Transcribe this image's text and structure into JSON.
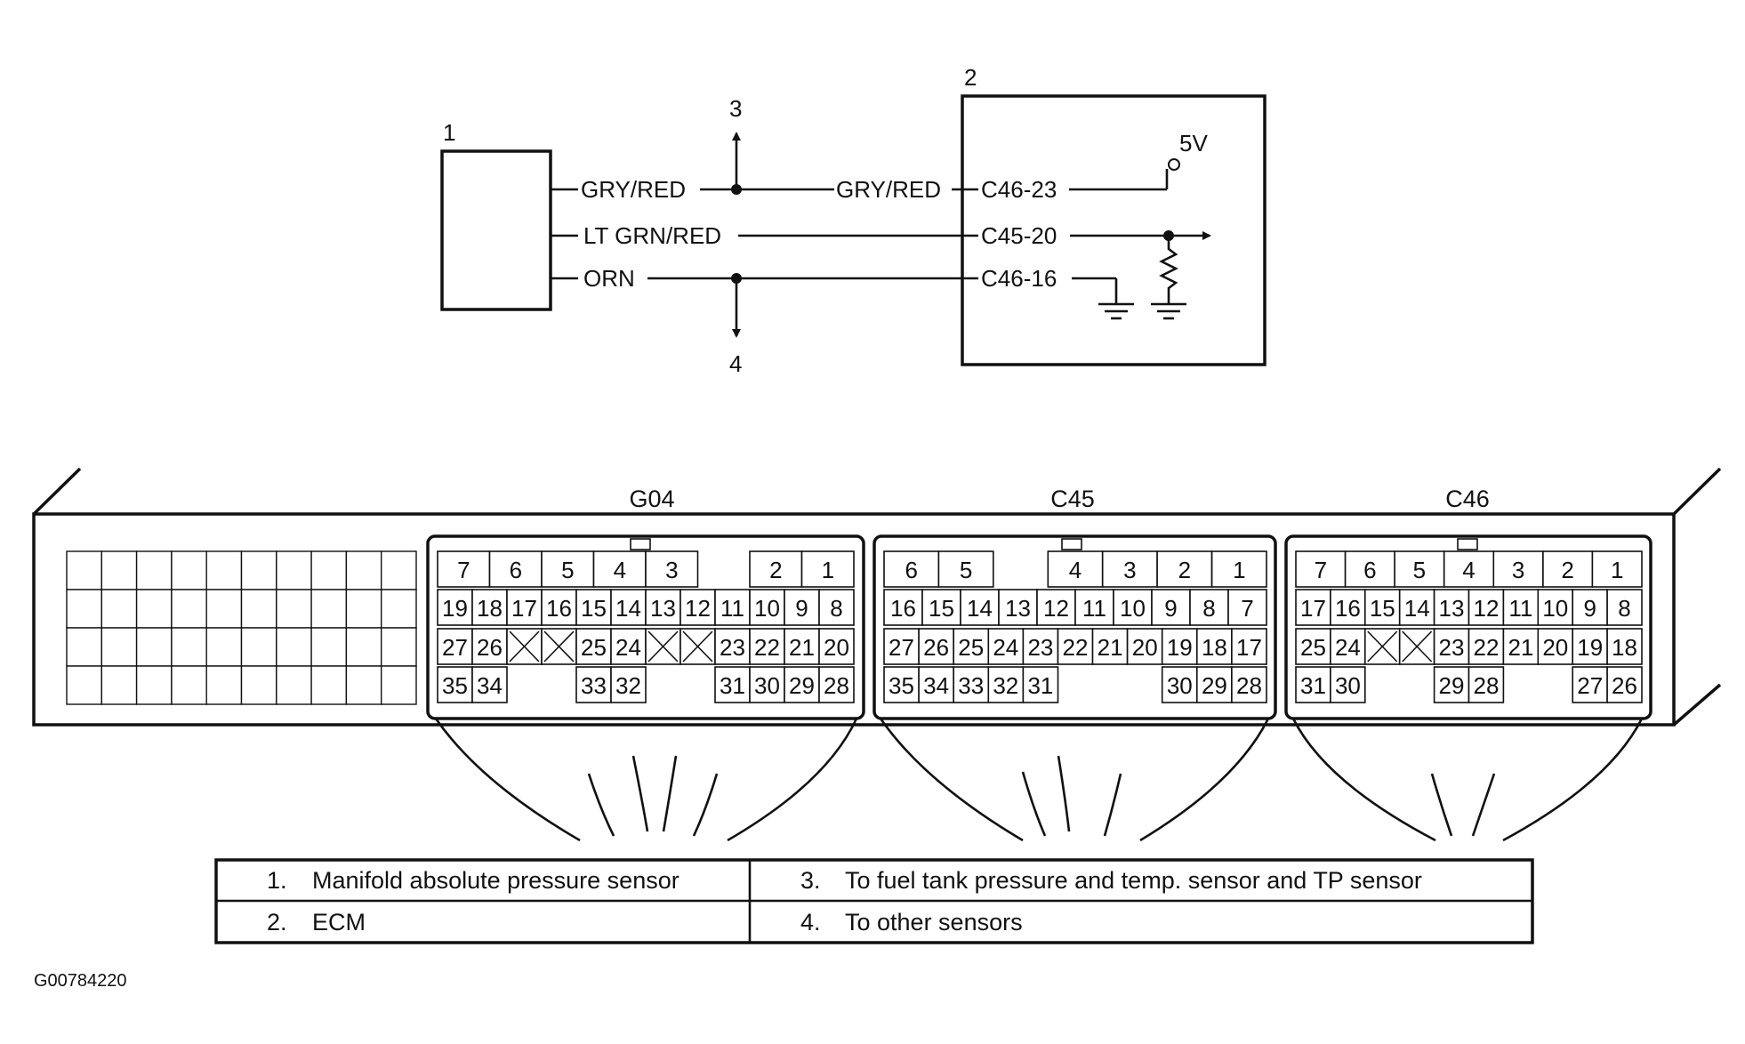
{
  "component_labels": {
    "sensor": "1",
    "ecm": "2",
    "branch_up": "3",
    "branch_down": "4"
  },
  "wires": {
    "w1_left": "GRY/RED",
    "w1_right": "GRY/RED",
    "w2": "LT GRN/RED",
    "w3": "ORN"
  },
  "ecm_pins": {
    "p1": "C46-23",
    "p2": "C45-20",
    "p3": "C46-16"
  },
  "supply_voltage": "5V",
  "connectors": [
    {
      "name": "G04",
      "rows": [
        [
          "7",
          "6",
          "5",
          "4",
          "3",
          "",
          "2",
          "1"
        ],
        [
          "19",
          "18",
          "17",
          "16",
          "15",
          "14",
          "13",
          "12",
          "11",
          "10",
          "9",
          "8"
        ],
        [
          "27",
          "26",
          "",
          "",
          "25",
          "24",
          "",
          "",
          "23",
          "22",
          "21",
          "20"
        ],
        [
          "35",
          "34",
          "",
          "",
          "33",
          "32",
          "",
          "",
          "31",
          "30",
          "29",
          "28"
        ]
      ]
    },
    {
      "name": "C45",
      "rows": [
        [
          "6",
          "5",
          "",
          "4",
          "3",
          "2",
          "1"
        ],
        [
          "16",
          "15",
          "14",
          "13",
          "12",
          "11",
          "10",
          "9",
          "8",
          "7"
        ],
        [
          "27",
          "26",
          "25",
          "24",
          "23",
          "22",
          "21",
          "20",
          "19",
          "18",
          "17"
        ],
        [
          "35",
          "34",
          "33",
          "32",
          "31",
          "",
          "",
          "",
          "30",
          "29",
          "28"
        ]
      ]
    },
    {
      "name": "C46",
      "rows": [
        [
          "7",
          "6",
          "5",
          "4",
          "3",
          "2",
          "1"
        ],
        [
          "17",
          "16",
          "15",
          "14",
          "13",
          "12",
          "11",
          "10",
          "9",
          "8"
        ],
        [
          "25",
          "24",
          "",
          "",
          "23",
          "22",
          "21",
          "20",
          "19",
          "18"
        ],
        [
          "31",
          "30",
          "",
          "",
          "29",
          "28",
          "",
          "",
          "27",
          "26"
        ]
      ]
    }
  ],
  "legend": [
    {
      "num": "1.",
      "text": "Manifold absolute pressure sensor"
    },
    {
      "num": "3.",
      "text": "To fuel tank pressure and temp. sensor and TP sensor"
    },
    {
      "num": "2.",
      "text": "ECM"
    },
    {
      "num": "4.",
      "text": "To other sensors"
    }
  ],
  "figure_id": "G00784220"
}
